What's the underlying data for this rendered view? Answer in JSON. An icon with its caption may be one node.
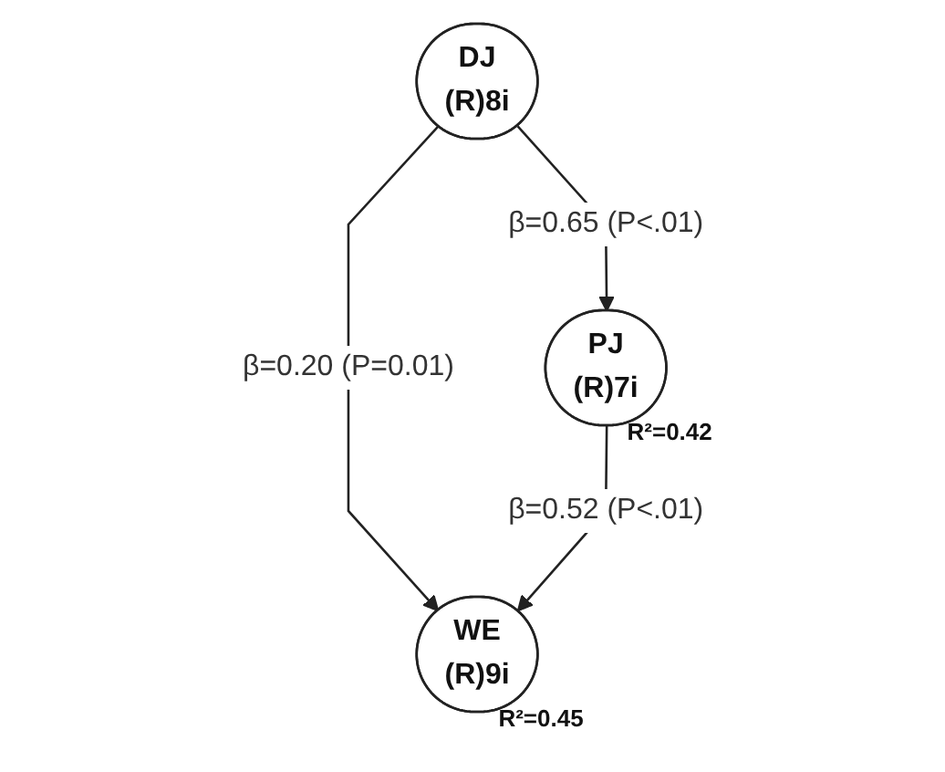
{
  "diagram": {
    "nodes": [
      {
        "text": [
          "DJ",
          "(R)8i"
        ]
      },
      {
        "text": [
          "WE",
          "(R)9i"
        ],
        "beside": [
          "R²=0.45"
        ]
      },
      {
        "text": [
          "PJ",
          "(R)7i"
        ],
        "beside": [
          "R²=0.42"
        ]
      }
    ],
    "edges": [
      {
        "from": 0,
        "to": 1,
        "arrow": "to",
        "label": "β=0.20 (P=0.01)"
      },
      {
        "from": 0,
        "to": 2,
        "arrow": "to",
        "label": "β=0.65 (P<.01)"
      },
      {
        "from": 2,
        "to": 1,
        "arrow": "to",
        "label": "β=0.52 (P<.01)"
      }
    ]
  }
}
